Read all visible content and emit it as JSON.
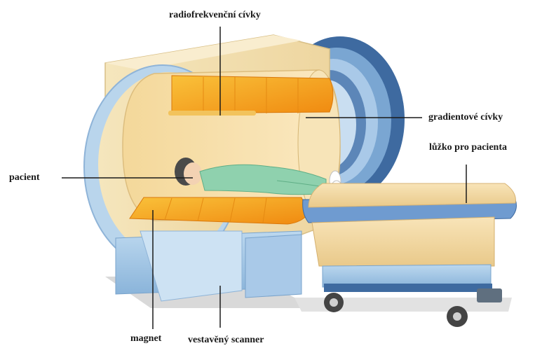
{
  "labels": {
    "rf_coils": "radiofrekvenční cívky",
    "gradient_coils": "gradientové cívky",
    "patient_bed": "lůžko pro pacienta",
    "patient": "pacient",
    "magnet": "magnet",
    "built_in_scanner": "vestavěný scanner"
  },
  "colors": {
    "magnet_outer": "#f3e2b4",
    "bore_inner": "#f7dc9c",
    "coil_orange": "#f6a21b",
    "scanner_blue": "#9fc6e6",
    "dark_blue": "#3e6aa0",
    "patient_gown": "#8fd1ae"
  }
}
